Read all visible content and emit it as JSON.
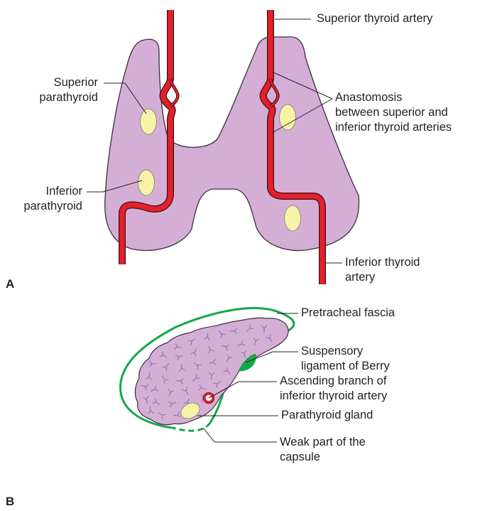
{
  "panel_a": {
    "letter": "A",
    "labels": {
      "superior_thyroid_artery": "Superior thyroid artery",
      "superior_parathyroid": [
        "Superior",
        "parathyroid"
      ],
      "anastomosis": [
        "Anastomosis",
        "between superior and",
        "inferior thyroid arteries"
      ],
      "inferior_parathyroid": [
        "Inferior",
        "parathyroid"
      ],
      "inferior_thyroid_artery": [
        "Inferior thyroid",
        "artery"
      ]
    }
  },
  "panel_b": {
    "letter": "B",
    "labels": {
      "pretracheal_fascia": "Pretracheal fascia",
      "suspensory_ligament": [
        "Suspensory",
        "ligament of Berry"
      ],
      "ascending_branch": [
        "Ascending branch of",
        "inferior thyroid artery"
      ],
      "parathyroid_gland": "Parathyroid gland",
      "weak_part": [
        "Weak part of the",
        "capsule"
      ]
    }
  },
  "colors": {
    "thyroid_fill": "#d5aed6",
    "thyroid_stroke": "#3a2e3e",
    "artery": "#e3202b",
    "parathyroid_fill": "#f6f3a6",
    "fascia": "#12a84a",
    "leader_line": "#231f20"
  }
}
